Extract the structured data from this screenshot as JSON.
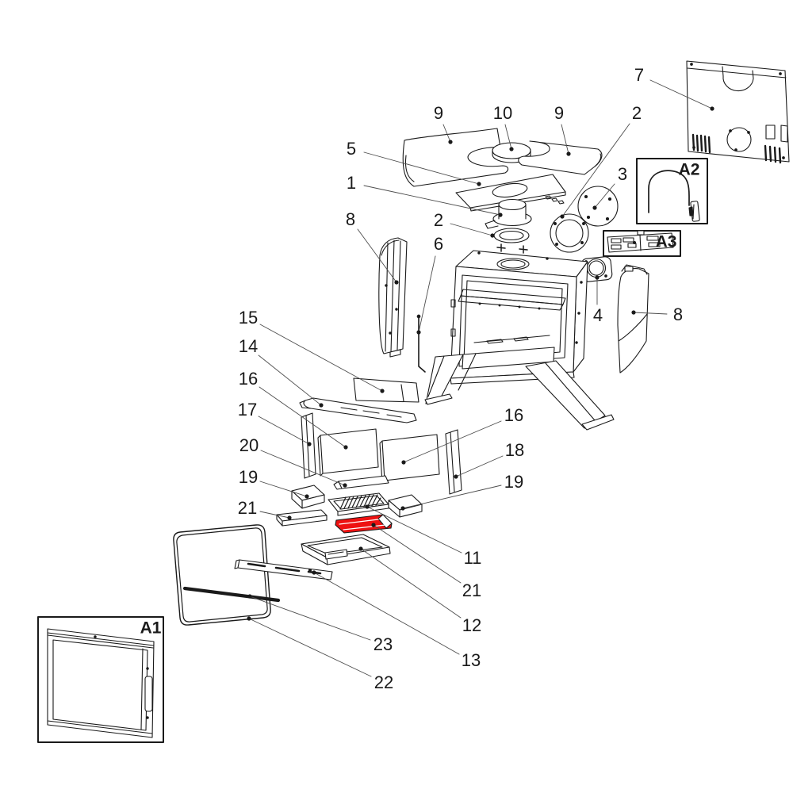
{
  "diagram": {
    "type": "exploded-parts-diagram",
    "subject": "Stove exploded parts view",
    "background_color": "#ffffff",
    "line_color": "#1a1a1a",
    "leader_color": "#4d4d4d",
    "highlight_color": "#ee1111",
    "highlighted_callout": "21"
  },
  "callouts": [
    {
      "label": "9"
    },
    {
      "label": "10"
    },
    {
      "label": "9"
    },
    {
      "label": "2"
    },
    {
      "label": "7"
    },
    {
      "label": "5"
    },
    {
      "label": "1"
    },
    {
      "label": "3"
    },
    {
      "label": "8"
    },
    {
      "label": "2"
    },
    {
      "label": "6"
    },
    {
      "label": "4"
    },
    {
      "label": "8"
    },
    {
      "label": "15"
    },
    {
      "label": "14"
    },
    {
      "label": "16"
    },
    {
      "label": "17"
    },
    {
      "label": "20"
    },
    {
      "label": "19"
    },
    {
      "label": "21"
    },
    {
      "label": "16"
    },
    {
      "label": "18"
    },
    {
      "label": "19"
    },
    {
      "label": "11"
    },
    {
      "label": "21"
    },
    {
      "label": "12"
    },
    {
      "label": "13"
    },
    {
      "label": "23"
    },
    {
      "label": "22"
    }
  ],
  "insets": [
    {
      "label": "A1"
    },
    {
      "label": "A2"
    },
    {
      "label": "A3"
    }
  ]
}
